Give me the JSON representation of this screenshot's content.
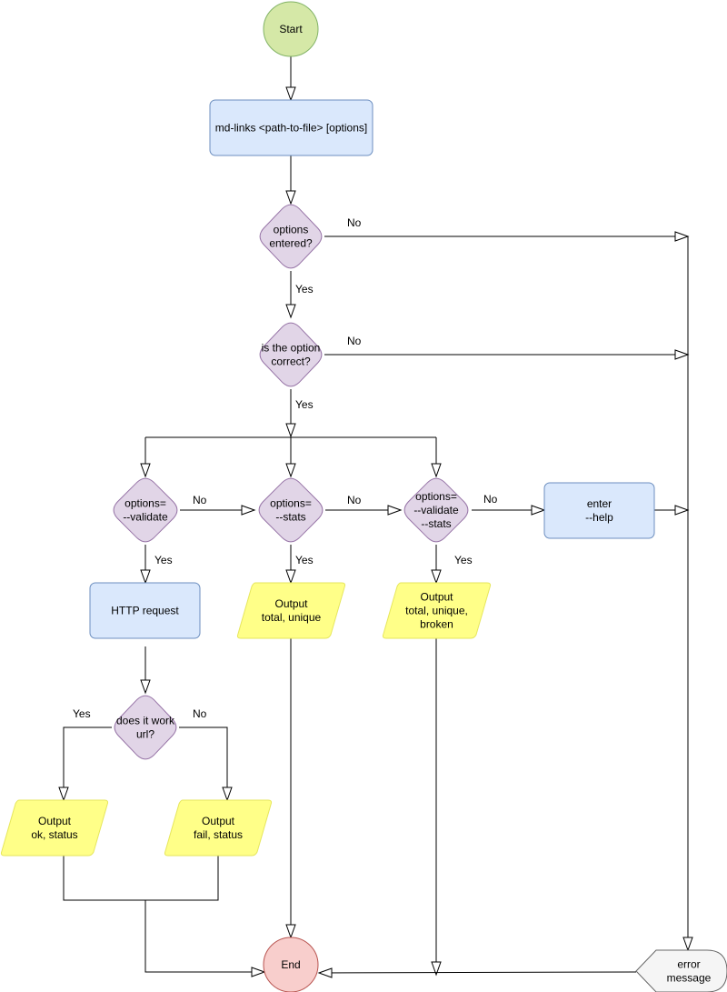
{
  "colors": {
    "start_fill": "#d5e8a7",
    "start_stroke": "#82b366",
    "end_fill": "#f8cecc",
    "end_stroke": "#b85450",
    "process_fill": "#dae8fc",
    "process_stroke": "#6c8ebf",
    "decision_fill": "#e1d5e7",
    "decision_stroke": "#9673a6",
    "output_fill": "#ffff88",
    "output_stroke": "#e6e65c",
    "error_fill": "#f5f5f5",
    "error_stroke": "#666666",
    "line": "#000000"
  },
  "nodes": {
    "start": {
      "label": [
        "Start"
      ]
    },
    "command": {
      "label": [
        "md-links <path-to-file> [options]"
      ]
    },
    "options_entered": {
      "label": [
        "options",
        "entered?"
      ]
    },
    "option_correct": {
      "label": [
        "is the option",
        "correct?"
      ]
    },
    "opt_validate": {
      "label": [
        "options=",
        "--validate"
      ]
    },
    "opt_stats": {
      "label": [
        "options=",
        "--stats"
      ]
    },
    "opt_validate_stats": {
      "label": [
        "options=",
        "--validate",
        "--stats"
      ]
    },
    "enter_help": {
      "label": [
        "enter",
        "--help"
      ]
    },
    "http_request": {
      "label": [
        "HTTP request"
      ]
    },
    "output_total_unique": {
      "label": [
        "Output",
        "total, unique"
      ]
    },
    "output_total_unique_broken": {
      "label": [
        "Output",
        "total, unique,",
        "broken"
      ]
    },
    "does_url_work": {
      "label": [
        "does it work",
        "url?"
      ]
    },
    "output_ok": {
      "label": [
        "Output",
        "ok, status"
      ]
    },
    "output_fail": {
      "label": [
        "Output",
        "fail, status"
      ]
    },
    "end": {
      "label": [
        "End"
      ]
    },
    "error_message": {
      "label": [
        "error",
        "message"
      ]
    }
  },
  "edge_labels": {
    "entered_no": "No",
    "entered_yes": "Yes",
    "correct_no": "No",
    "correct_yes": "Yes",
    "validate_no": "No",
    "validate_yes": "Yes",
    "stats_no": "No",
    "stats_yes": "Yes",
    "validate_stats_no": "No",
    "validate_stats_yes": "Yes",
    "url_yes": "Yes",
    "url_no": "No"
  }
}
